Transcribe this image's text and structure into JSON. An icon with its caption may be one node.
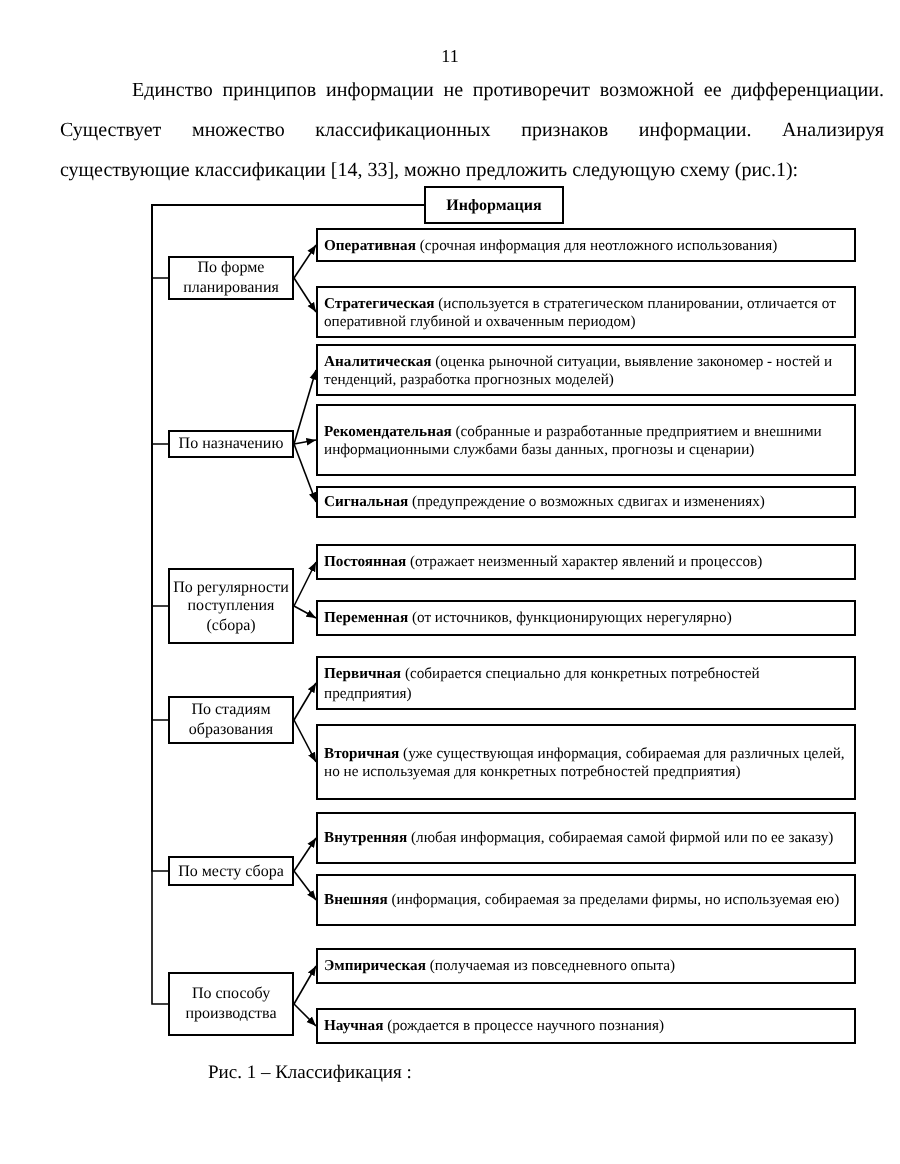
{
  "diagram": {
    "caption": "Рис. 1 – Классификация :",
    "nodes": [
      {
        "text": [
          "Информация"
        ]
      },
      {
        "text": [
          "По форме планирования"
        ]
      },
      {
        "text": [
          "**Оперативная** (срочная информация для неотложного использования)"
        ]
      },
      {
        "text": [
          "**Стратегическая** (используется в стратегическом планировании, отличается от оперативной глубиной и охваченным периодом)"
        ]
      },
      {
        "text": [
          "По назначению"
        ]
      },
      {
        "text": [
          "**Аналитическая** (оценка рыночной ситуации, выявление закономер - ностей и тенденций, разработка прогнозных моделей)"
        ]
      },
      {
        "text": [
          "**Рекомендательная** (собранные и разработанные предприятием и внешними информационными службами базы данных, прогнозы и сценарии)"
        ]
      },
      {
        "text": [
          "**Сигнальная** (предупреждение о возможных сдвигах и изменениях)"
        ]
      },
      {
        "text": [
          "По регулярности поступления (сбора)"
        ]
      },
      {
        "text": [
          "**Постоянная** (отражает неизменный характер явлений и процессов)"
        ]
      },
      {
        "text": [
          "**Переменная** (от источников, функционирующих нерегулярно)"
        ]
      },
      {
        "text": [
          "По стадиям образования"
        ]
      },
      {
        "text": [
          "**Первичная** (собирается специально для конкретных потребностей предприятия)"
        ]
      },
      {
        "text": [
          "**Вторичная** (уже существующая информация, собираемая для различных целей, но не используемая для конкретных потребностей предприятия)"
        ]
      },
      {
        "text": [
          "По месту сбора"
        ]
      },
      {
        "text": [
          "**Внутренняя** (любая информация, собираемая самой фирмой или по ее заказу)"
        ]
      },
      {
        "text": [
          "**Внешняя** (информация, собираемая за пределами фирмы, но используемая ею)"
        ]
      },
      {
        "text": [
          "По способу производства"
        ]
      },
      {
        "text": [
          "**Эмпирическая** (получаемая из повседневного опыта)"
        ]
      },
      {
        "text": [
          "**Научная** (рождается в процессе научного познания)"
        ]
      }
    ],
    "edges": [
      {
        "from": 0,
        "to": 1,
        "arrow": "none"
      },
      {
        "from": 0,
        "to": 4,
        "arrow": "none"
      },
      {
        "from": 0,
        "to": 8,
        "arrow": "none"
      },
      {
        "from": 0,
        "to": 11,
        "arrow": "none"
      },
      {
        "from": 0,
        "to": 14,
        "arrow": "none"
      },
      {
        "from": 0,
        "to": 17,
        "arrow": "none"
      },
      {
        "from": 1,
        "to": 2,
        "arrow": "to"
      },
      {
        "from": 1,
        "to": 3,
        "arrow": "to"
      },
      {
        "from": 4,
        "to": 5,
        "arrow": "to"
      },
      {
        "from": 4,
        "to": 6,
        "arrow": "to"
      },
      {
        "from": 4,
        "to": 7,
        "arrow": "to"
      },
      {
        "from": 8,
        "to": 9,
        "arrow": "to"
      },
      {
        "from": 8,
        "to": 10,
        "arrow": "to"
      },
      {
        "from": 11,
        "to": 12,
        "arrow": "to"
      },
      {
        "from": 11,
        "to": 13,
        "arrow": "to"
      },
      {
        "from": 14,
        "to": 15,
        "arrow": "to"
      },
      {
        "from": 14,
        "to": 16,
        "arrow": "to"
      },
      {
        "from": 17,
        "to": 18,
        "arrow": "to"
      },
      {
        "from": 17,
        "to": 19,
        "arrow": "to"
      }
    ],
    "labels": [
      "11",
      "Единство принципов информации не противоречит возможной ее дифференциации. Существует множество классификационных признаков информации. Анализируя существующие классификации [14, 33], можно предложить следующую схему (рис.1):"
    ]
  }
}
